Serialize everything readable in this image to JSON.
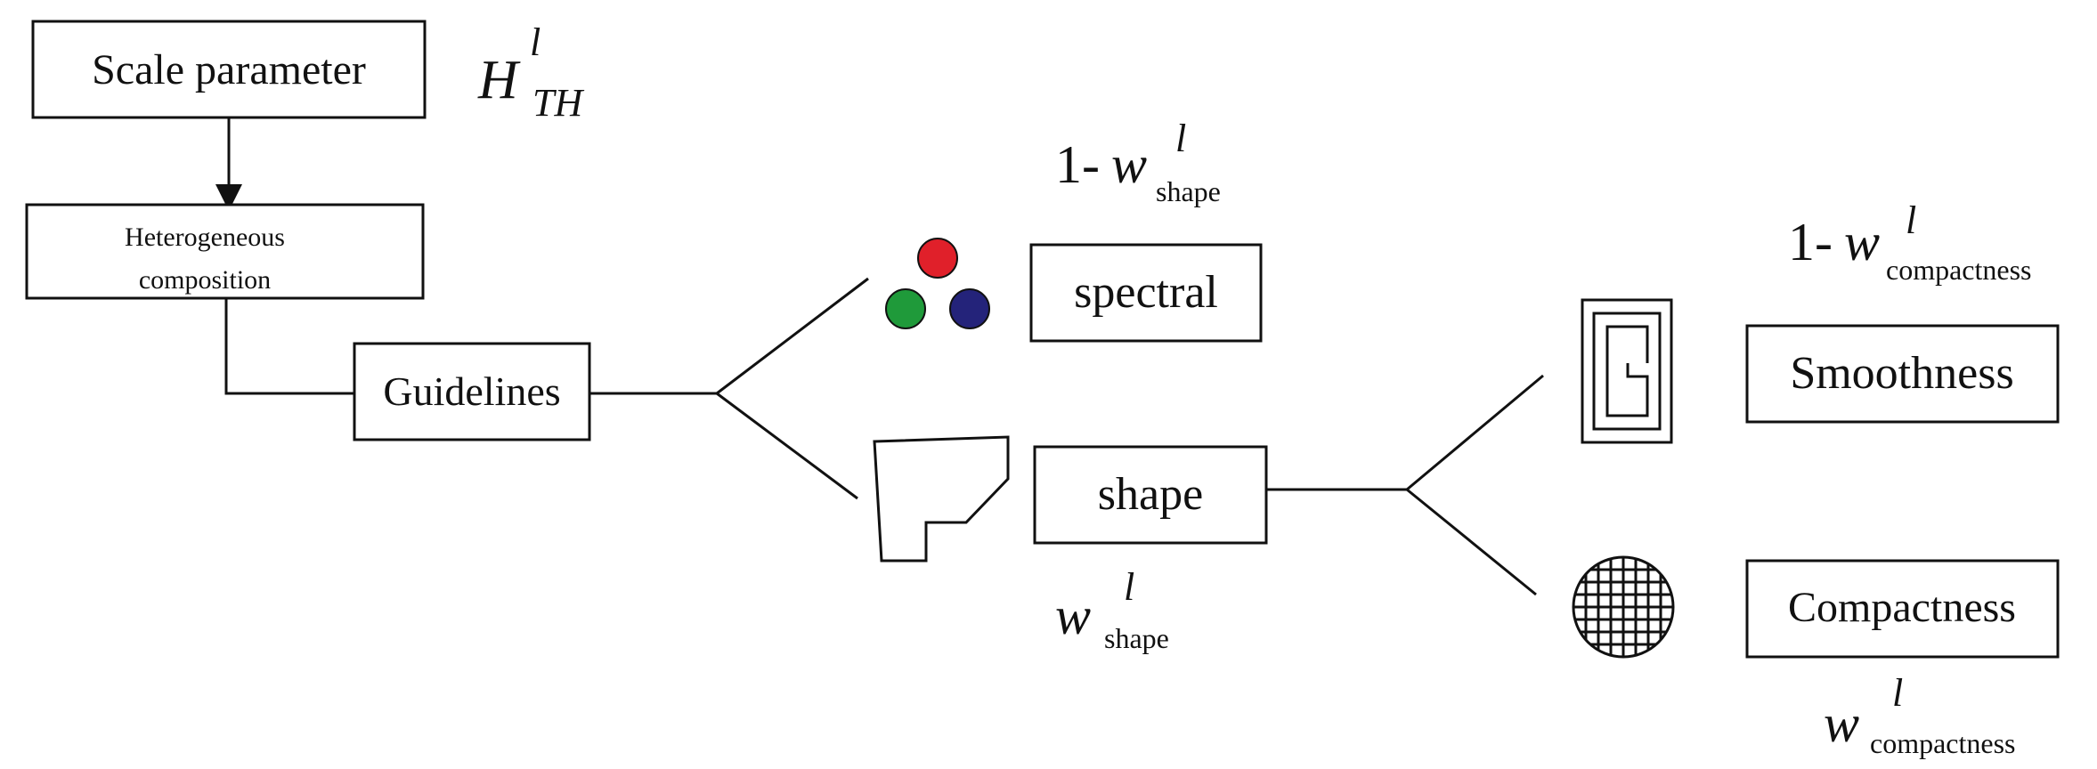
{
  "nodes": {
    "scale_parameter": "Scale parameter",
    "heterogeneous_line1": "Heterogeneous",
    "heterogeneous_line2": "composition",
    "guidelines": "Guidelines",
    "spectral": "spectral",
    "shape": "shape",
    "smoothness": "Smoothness",
    "compactness": "Compactness"
  },
  "formulas": {
    "h_th": {
      "base": "H",
      "sup": "l",
      "sub": "TH"
    },
    "spectral_weight": {
      "prefix": "1-",
      "base": "w",
      "sup": "l",
      "sub": "shape"
    },
    "shape_weight": {
      "base": "w",
      "sup": "l",
      "sub": "shape"
    },
    "smoothness_weight": {
      "prefix": "1-",
      "base": "w",
      "sup": "l",
      "sub": "compactness"
    },
    "compactness_weight": {
      "base": "w",
      "sup": "l",
      "sub": "compactness"
    }
  },
  "colors": {
    "dot_red": "#e0202a",
    "dot_green": "#1f9a3a",
    "dot_blue": "#24237a",
    "stroke": "#111111"
  },
  "icons": [
    "spectral-dots-icon",
    "polygon-shape-icon",
    "maze-smoothness-icon",
    "grid-circle-compactness-icon"
  ]
}
